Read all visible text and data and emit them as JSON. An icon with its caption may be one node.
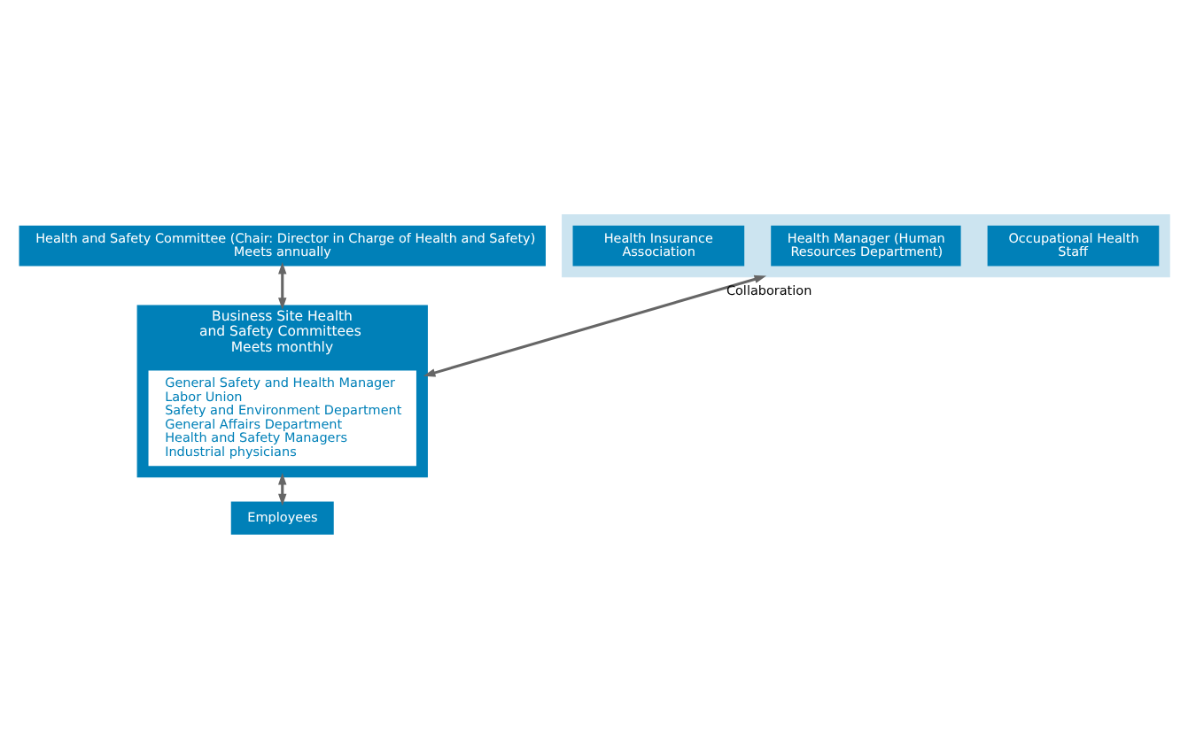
{
  "diagram": {
    "nodes": [
      {
        "text": [
          "Health and Safety Committee (Chair: Director in Charge of Health and Safety)",
          "Meets annually"
        ]
      },
      {
        "text": [
          "Business Site Health and Safety Committees  Meets monthly"
        ]
      },
      {
        "text": [
          "General Safety and Health Manager",
          "Labor Union",
          "Safety and Environment Department",
          "General Affairs Department",
          "Health and Safety Managers",
          "Industrial physicians"
        ],
        "in": 1
      },
      {
        "text": [],
        "shape": "box"
      },
      {
        "text": [
          "Health Insurance Association"
        ],
        "in": 3
      },
      {
        "text": [
          "Health Manager (Human Resources Department)"
        ],
        "in": 3
      },
      {
        "text": [
          "Occupational Health Staff"
        ],
        "in": 3
      },
      {
        "text": [
          "Employees"
        ]
      }
    ],
    "edges": [
      {
        "from": 0,
        "to": 1,
        "arrow": "both"
      },
      {
        "from": 1,
        "to": 3,
        "arrow": "both",
        "label": "Collaboration"
      },
      {
        "from": 1,
        "to": 7,
        "arrow": "both"
      }
    ]
  }
}
